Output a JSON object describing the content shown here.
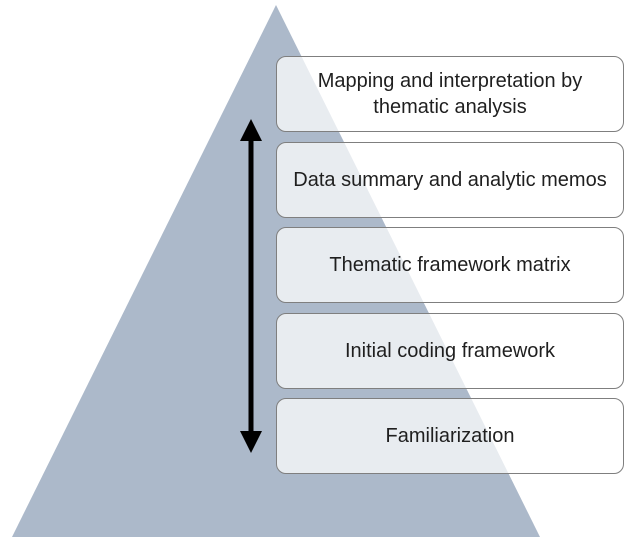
{
  "colors": {
    "pyramid_fill": "#acb9ca",
    "box_border": "#7f7f7f",
    "arrow": "#000000"
  },
  "stages": [
    {
      "label": "Mapping and interpretation by thematic analysis"
    },
    {
      "label": "Data summary and analytic memos"
    },
    {
      "label": "Thematic framework matrix"
    },
    {
      "label": "Initial coding framework"
    },
    {
      "label": "Familiarization"
    }
  ]
}
